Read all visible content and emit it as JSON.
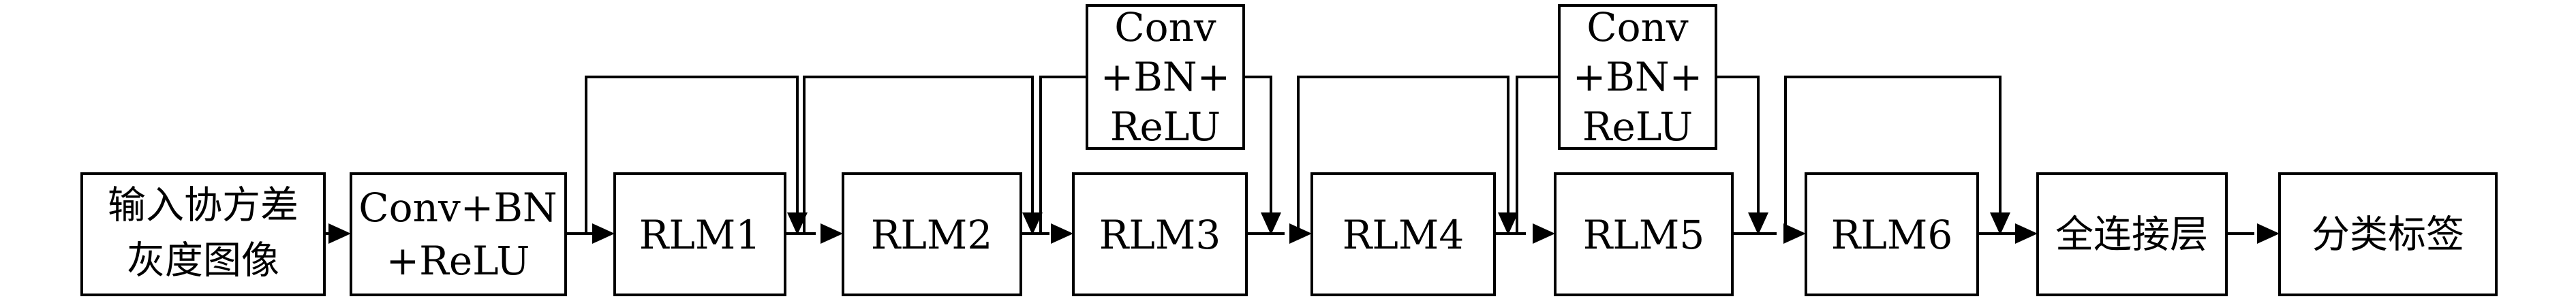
{
  "diagram": {
    "input": {
      "line1": "输入协方差",
      "line2": "灰度图像"
    },
    "stem": {
      "line1": "Conv+BN",
      "line2": "+ReLU"
    },
    "rlm1": {
      "label": "RLM1"
    },
    "rlm2": {
      "label": "RLM2"
    },
    "rlm3": {
      "label": "RLM3"
    },
    "rlm4": {
      "label": "RLM4"
    },
    "rlm5": {
      "label": "RLM5"
    },
    "rlm6": {
      "label": "RLM6"
    },
    "shortcut_a": {
      "line1": "Conv",
      "line2": "+BN+",
      "line3": "ReLU"
    },
    "shortcut_b": {
      "line1": "Conv",
      "line2": "+BN+",
      "line3": "ReLU"
    },
    "fc": {
      "label": "全连接层"
    },
    "output": {
      "label": "分类标签"
    }
  }
}
